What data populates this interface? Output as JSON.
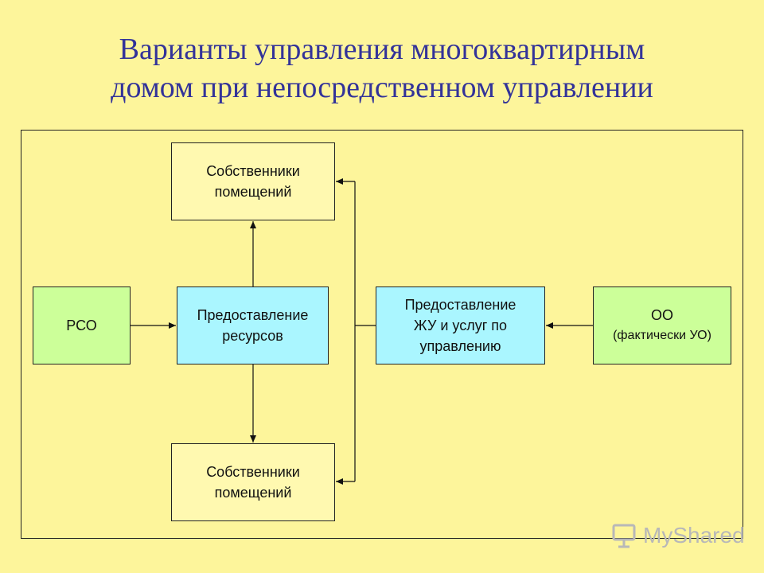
{
  "title": {
    "line1": "Варианты управления многоквартирным",
    "line2": "домом при непосредственном управлении"
  },
  "boxes": {
    "owners_top": {
      "line1": "Собственники",
      "line2": "помещений"
    },
    "owners_bottom": {
      "line1": "Собственники",
      "line2": "помещений"
    },
    "rso": {
      "line1": "РСО"
    },
    "resources": {
      "line1": "Предоставление",
      "line2": "ресурсов"
    },
    "services": {
      "line1": "Предоставление",
      "line2": "ЖУ и услуг по",
      "line3": "управлению"
    },
    "oo": {
      "line1": "ОО",
      "line2": "(фактически УО)"
    }
  },
  "watermark": {
    "text": "MyShared"
  },
  "colors": {
    "background": "#fdf59b",
    "title": "#333399",
    "owners_fill": "#fff9b0",
    "green_fill": "#ccff99",
    "cyan_fill": "#aaf6ff"
  }
}
